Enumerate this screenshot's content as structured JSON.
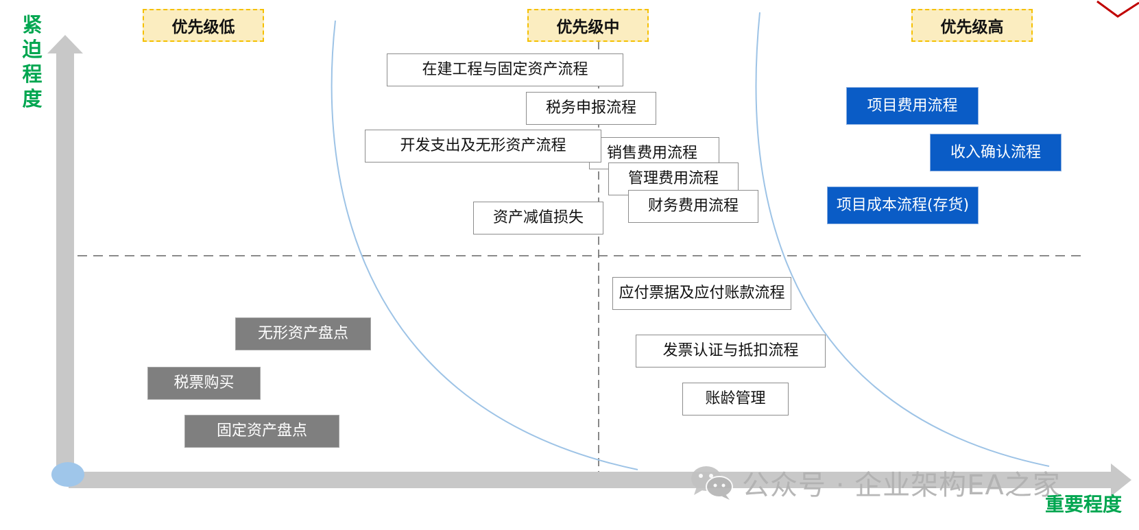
{
  "axes": {
    "y_title": "紧迫程度",
    "x_title": "重要程度"
  },
  "headers": {
    "low": "优先级低",
    "mid": "优先级中",
    "high": "优先级高"
  },
  "boxes": {
    "construction_fixed_assets": "在建工程与固定资产流程",
    "tax_declaration": "税务申报流程",
    "dev_intangible": "开发支出及无形资产流程",
    "sales_expense": "销售费用流程",
    "admin_expense": "管理费用流程",
    "finance_expense": "财务费用流程",
    "asset_impairment": "资产减值损失",
    "project_expense": "项目费用流程",
    "revenue_recognition": "收入确认流程",
    "project_cost": "项目成本流程(存货)",
    "payables": "应付票据及应付账款流程",
    "invoice_certification": "发票认证与抵扣流程",
    "aging_management": "账龄管理",
    "intangible_inventory": "无形资产盘点",
    "tax_stamp_purchase": "税票购买",
    "fixed_asset_inventory": "固定资产盘点"
  },
  "colors": {
    "axis_title": "#00a650",
    "axis_bar": "#c8c8c8",
    "origin": "#9fc6ea",
    "curve": "#9dc3e6",
    "header_fill": "#fbedc0",
    "header_border": "#f5c000",
    "blue_box": "#0a5cc6",
    "grey_box": "#7f7f7f",
    "corner_mark": "#c00000"
  },
  "watermark": {
    "text": "公众号 · 企业架构EA之家",
    "icon": "wechat-icon"
  }
}
